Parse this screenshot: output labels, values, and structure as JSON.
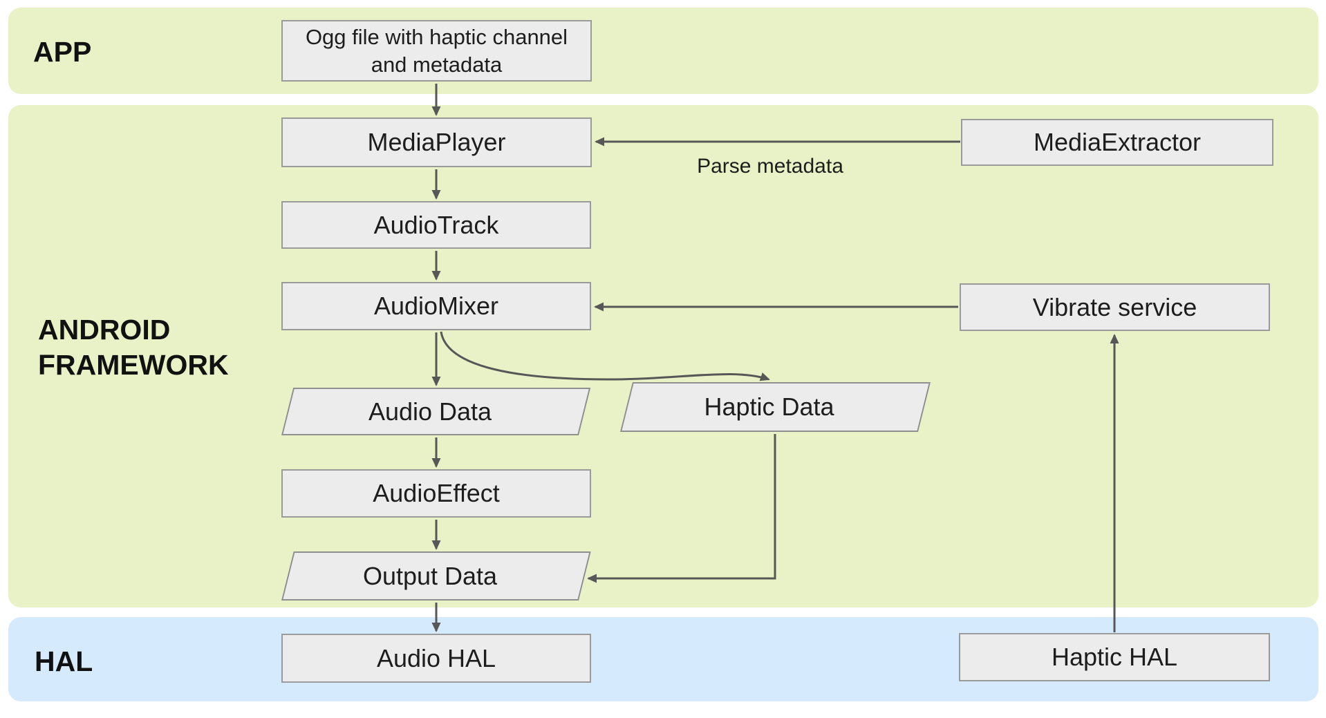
{
  "bands": {
    "app": {
      "label": "APP"
    },
    "framework": {
      "label": "ANDROID FRAMEWORK"
    },
    "hal": {
      "label": "HAL"
    }
  },
  "nodes": {
    "ogg_file": {
      "label": "Ogg file with haptic channel and metadata",
      "shape": "rectangle",
      "band": "APP"
    },
    "media_player": {
      "label": "MediaPlayer",
      "shape": "rectangle",
      "band": "ANDROID FRAMEWORK"
    },
    "media_extractor": {
      "label": "MediaExtractor",
      "shape": "rectangle",
      "band": "ANDROID FRAMEWORK"
    },
    "audio_track": {
      "label": "AudioTrack",
      "shape": "rectangle",
      "band": "ANDROID FRAMEWORK"
    },
    "audio_mixer": {
      "label": "AudioMixer",
      "shape": "rectangle",
      "band": "ANDROID FRAMEWORK"
    },
    "vibrate_service": {
      "label": "Vibrate service",
      "shape": "rectangle",
      "band": "ANDROID FRAMEWORK"
    },
    "audio_data": {
      "label": "Audio Data",
      "shape": "parallelogram",
      "band": "ANDROID FRAMEWORK"
    },
    "haptic_data": {
      "label": "Haptic Data",
      "shape": "parallelogram",
      "band": "ANDROID FRAMEWORK"
    },
    "audio_effect": {
      "label": "AudioEffect",
      "shape": "rectangle",
      "band": "ANDROID FRAMEWORK"
    },
    "output_data": {
      "label": "Output Data",
      "shape": "parallelogram",
      "band": "ANDROID FRAMEWORK"
    },
    "audio_hal": {
      "label": "Audio HAL",
      "shape": "rectangle",
      "band": "HAL"
    },
    "haptic_hal": {
      "label": "Haptic HAL",
      "shape": "rectangle",
      "band": "HAL"
    }
  },
  "edges": [
    {
      "from": "ogg_file",
      "to": "media_player"
    },
    {
      "from": "media_extractor",
      "to": "media_player",
      "label": "Parse metadata"
    },
    {
      "from": "media_player",
      "to": "audio_track"
    },
    {
      "from": "audio_track",
      "to": "audio_mixer"
    },
    {
      "from": "audio_mixer",
      "to": "audio_data"
    },
    {
      "from": "audio_mixer",
      "to": "haptic_data"
    },
    {
      "from": "vibrate_service",
      "to": "audio_mixer"
    },
    {
      "from": "audio_data",
      "to": "audio_effect"
    },
    {
      "from": "audio_effect",
      "to": "output_data"
    },
    {
      "from": "haptic_data",
      "to": "output_data"
    },
    {
      "from": "output_data",
      "to": "audio_hal"
    },
    {
      "from": "haptic_hal",
      "to": "vibrate_service"
    }
  ],
  "colors": {
    "band_green": "#e9f1c7",
    "band_blue": "#d5eafc",
    "node_fill": "#ececec",
    "node_border": "#9a9a9a",
    "arrow": "#575757",
    "ink": "#1d1d1d",
    "page_bg": "#ffffff"
  }
}
